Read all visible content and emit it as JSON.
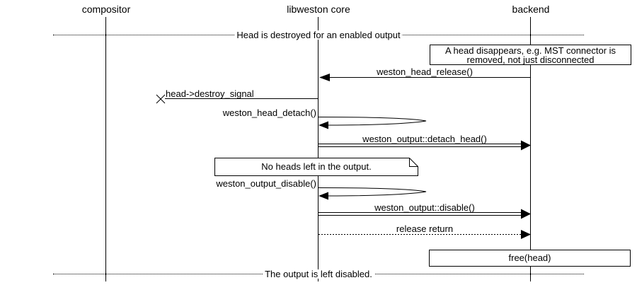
{
  "diagram_type": "uml-sequence-diagram",
  "colors": {
    "foreground": "#000000",
    "background": "#ffffff"
  },
  "entities": [
    {
      "name": "compositor"
    },
    {
      "name": "libweston core"
    },
    {
      "name": "backend"
    }
  ],
  "separators": [
    {
      "label": "Head is destroyed for an enabled output"
    },
    {
      "label": "The output is left disabled."
    }
  ],
  "notes": [
    {
      "label": "A head disappears, e.g. MST connector is removed, not just disconnected",
      "shape": "box",
      "anchor": "backend"
    },
    {
      "label": "No heads left in the output.",
      "shape": "folded-note",
      "anchor": "libweston core"
    },
    {
      "label": "free(head)",
      "shape": "box",
      "anchor": "backend"
    }
  ],
  "messages": [
    {
      "label": "weston_head_release()",
      "from": "backend",
      "to": "libweston core",
      "line": "solid",
      "end": "filled-arrow"
    },
    {
      "label": "head->destroy_signal",
      "from": "libweston core",
      "to": "compositor",
      "line": "solid",
      "end": "lost-x"
    },
    {
      "label": "weston_head_detach()",
      "from": "libweston core",
      "to": "libweston core",
      "line": "self-call",
      "end": "filled-arrow"
    },
    {
      "label": "weston_output::detach_head()",
      "from": "libweston core",
      "to": "backend",
      "line": "double",
      "end": "filled-arrow"
    },
    {
      "label": "weston_output_disable()",
      "from": "libweston core",
      "to": "libweston core",
      "line": "self-call",
      "end": "filled-arrow"
    },
    {
      "label": "weston_output::disable()",
      "from": "libweston core",
      "to": "backend",
      "line": "double",
      "end": "filled-arrow"
    },
    {
      "label": "release return",
      "from": "libweston core",
      "to": "backend",
      "line": "dotted",
      "end": "filled-arrow"
    }
  ]
}
